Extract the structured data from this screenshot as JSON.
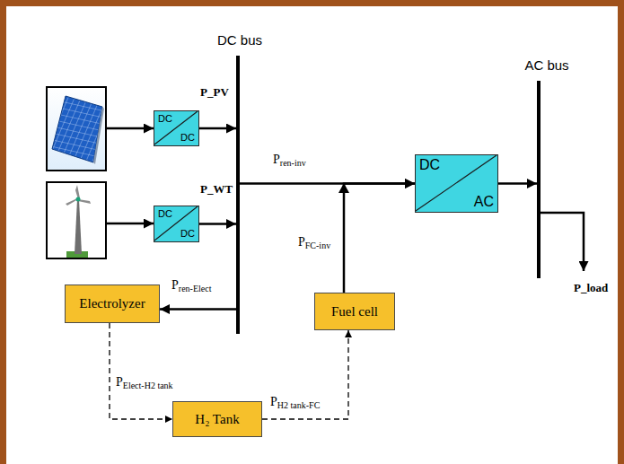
{
  "diagram": {
    "nodes": [
      {
        "text": [
          "DC bus"
        ]
      },
      {
        "text": [
          "DC",
          "DC"
        ]
      },
      {
        "text": [
          "DC",
          "DC"
        ]
      },
      {
        "text": [
          "AC bus"
        ]
      },
      {
        "text": [
          "DC",
          "AC"
        ]
      },
      {
        "text": [
          "Electrolyzer"
        ]
      },
      {
        "text": [
          "Fuel cell"
        ]
      },
      {
        "text": [
          "H₂ Tank"
        ]
      }
    ],
    "edges": [
      {
        "from": 1,
        "to": 0,
        "label": "P_PV",
        "arrow": "to"
      },
      {
        "from": 2,
        "to": 0,
        "label": "P_WT",
        "arrow": "to"
      },
      {
        "from": 0,
        "to": 4,
        "label": "Pren-inv",
        "arrow": "to"
      },
      {
        "from": 6,
        "to": 4,
        "label": "PFC-inv",
        "arrow": "to"
      },
      {
        "from": 4,
        "to": 3,
        "arrow": "to"
      },
      {
        "from": 0,
        "to": 5,
        "label": "Pren-Elect",
        "arrow": "to"
      },
      {
        "from": 5,
        "to": 7,
        "label": "PElect-H2 tank",
        "arrow": "to"
      },
      {
        "from": 7,
        "to": 6,
        "label": "PH2 tank-FC",
        "arrow": "to"
      }
    ],
    "labels": [
      "P_load"
    ]
  }
}
